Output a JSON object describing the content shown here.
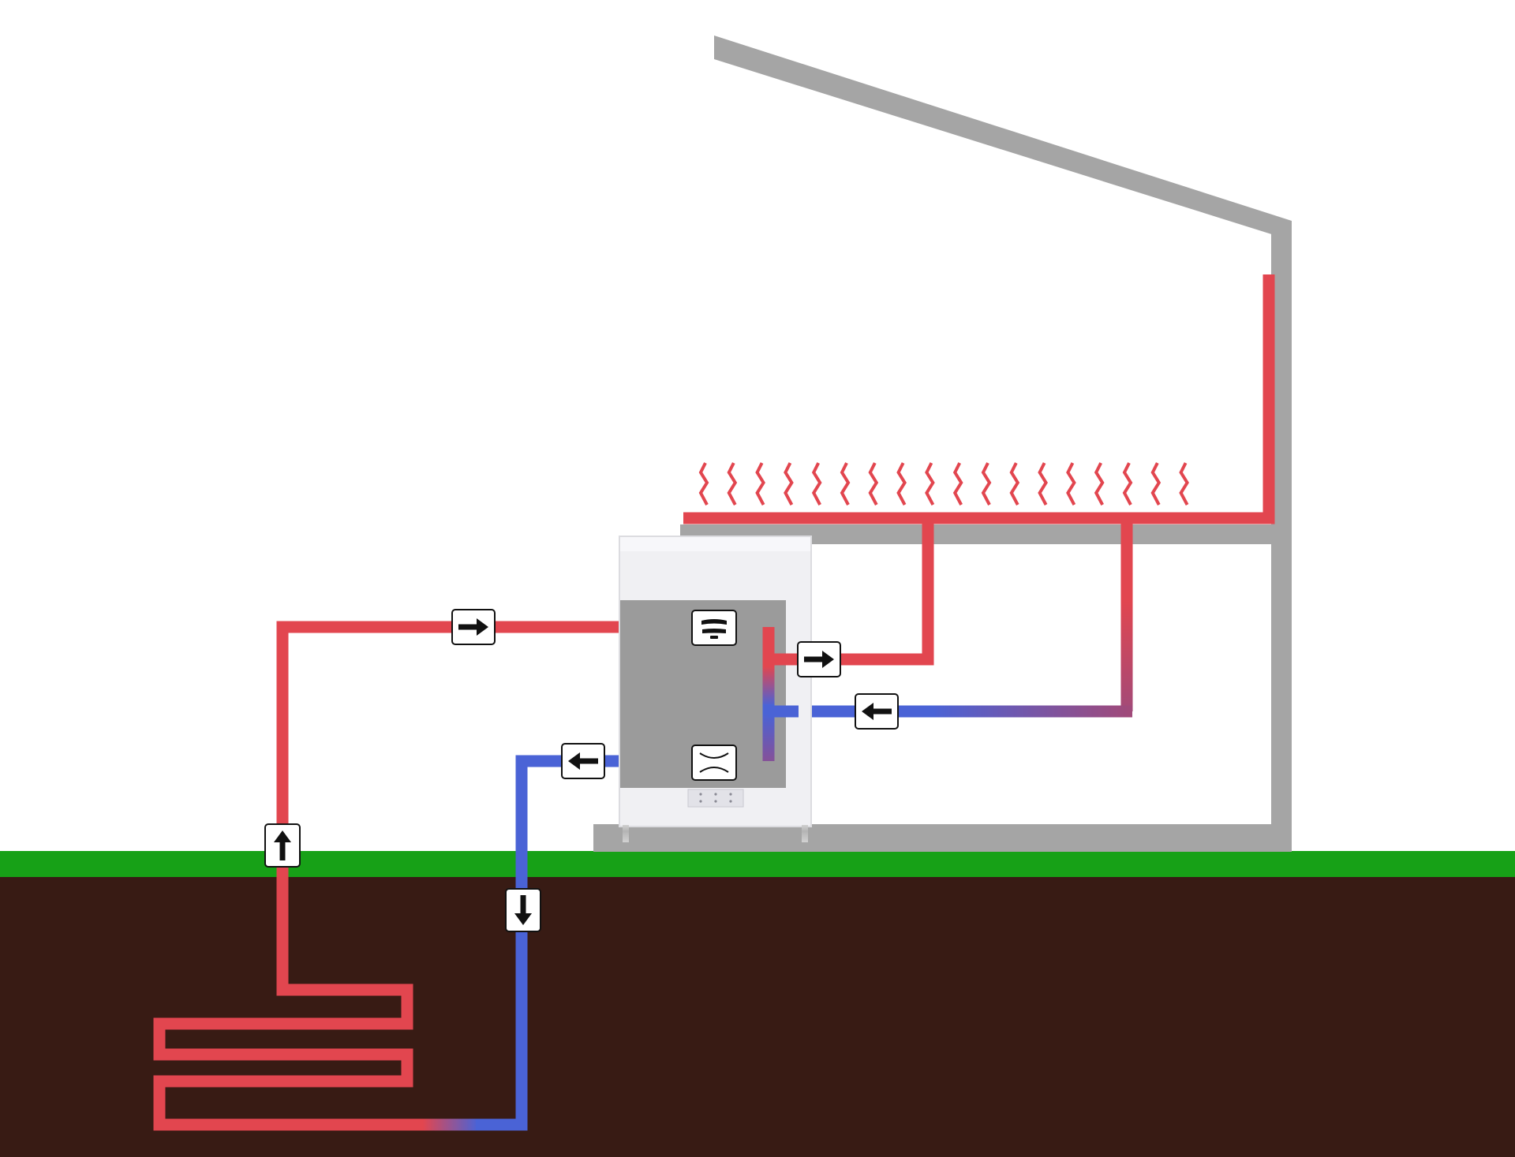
{
  "diagram": {
    "kind": "ground-source heat pump schematic",
    "text_labels": [],
    "colors": {
      "hot_pipe": "#e2464f",
      "cold_pipe": "#4a63d6",
      "house_wall": "#a5a5a5",
      "ground_surface": "#17a117",
      "soil": "#381b14",
      "unit_body": "#f0f0f3",
      "unit_panel": "#9b9b9b",
      "flow_box_fill": "#ffffff",
      "flow_box_border": "#111111"
    },
    "flow_indicators": [
      {
        "id": "flow-collector-right",
        "icon": "arrow-right-icon"
      },
      {
        "id": "flow-collector-up",
        "icon": "arrow-up-icon"
      },
      {
        "id": "flow-ground-down",
        "icon": "arrow-down-icon"
      },
      {
        "id": "flow-return-left",
        "icon": "arrow-left-icon"
      },
      {
        "id": "flow-supply-right",
        "icon": "arrow-right-icon"
      },
      {
        "id": "flow-house-return-left",
        "icon": "arrow-left-icon"
      }
    ],
    "components": [
      {
        "id": "compressor",
        "icon": "compressor-icon"
      },
      {
        "id": "expansion-valve",
        "icon": "expansion-valve-icon"
      }
    ],
    "heat_waves": {
      "icon": "heat-wave-icon",
      "count": 18
    }
  }
}
